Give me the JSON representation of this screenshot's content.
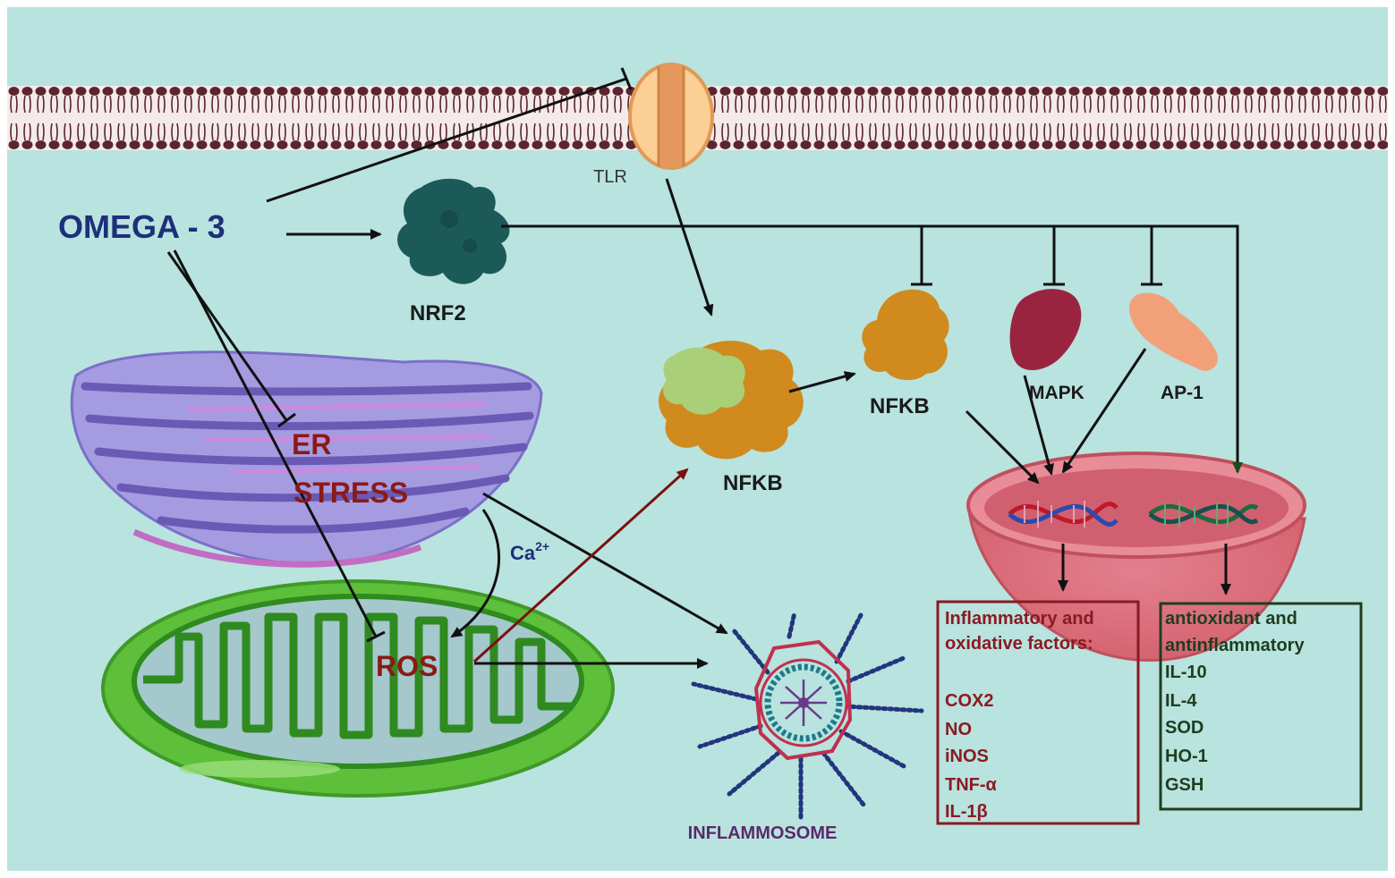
{
  "labels": {
    "omega": "OMEGA - 3",
    "tlr": "TLR",
    "nrf2": "NRF2",
    "nfkb_complex": "NFKB",
    "nfkb": "NFKB",
    "mapk": "MAPK",
    "ap1": "AP-1",
    "er_line1": "ER",
    "er_line2": "STRESS",
    "ca": "Ca",
    "ca_sup": "2+",
    "ros": "ROS",
    "inflammosome": "INFLAMMOSOME"
  },
  "box_inflammatory": {
    "title_line1": "Inflammatory and",
    "title_line2": "oxidative factors:",
    "items": [
      "COX2",
      "NO",
      "iNOS",
      "TNF-α",
      "IL-1β"
    ]
  },
  "box_antioxidant": {
    "title_line1": "antioxidant and",
    "title_line2": "antinflammatory",
    "items": [
      "IL-10",
      "IL-4",
      "SOD",
      "HO-1",
      "GSH"
    ]
  },
  "colors": {
    "background": "#b8e3de",
    "membrane": "#5a2530",
    "omega_text": "#1e2f7a",
    "er_text": "#8a1a18",
    "inflammatory_box": "#8a1a22",
    "antioxidant_box": "#1f3d1f",
    "nrf2": "#1c5a5a",
    "nfkb": "#d08a1e",
    "mapk": "#9a2440",
    "ap1": "#f2a07a"
  }
}
